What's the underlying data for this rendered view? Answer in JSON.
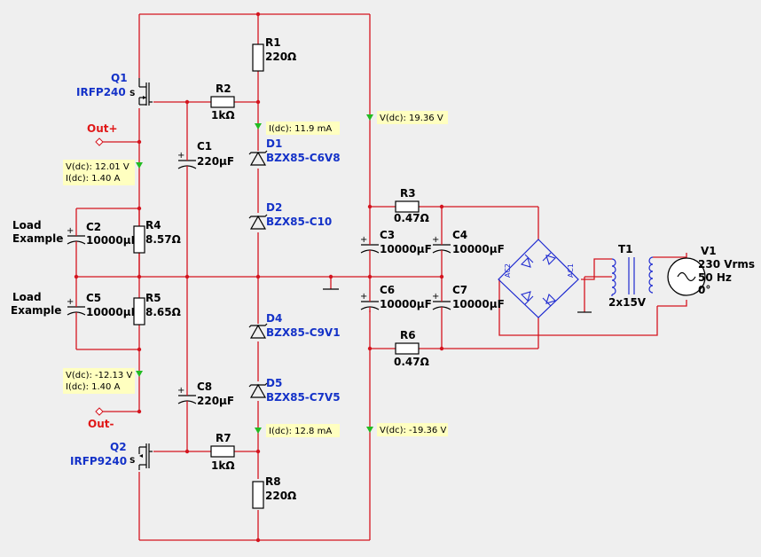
{
  "components": {
    "q1": {
      "ref": "Q1",
      "part": "IRFP240"
    },
    "q2": {
      "ref": "Q2",
      "part": "IRFP9240"
    },
    "r1": {
      "ref": "R1",
      "value": "220Ω"
    },
    "r2": {
      "ref": "R2",
      "value": "1kΩ"
    },
    "r3": {
      "ref": "R3",
      "value": "0.47Ω"
    },
    "r4": {
      "ref": "R4",
      "value": "8.57Ω"
    },
    "r5": {
      "ref": "R5",
      "value": "8.65Ω"
    },
    "r6": {
      "ref": "R6",
      "value": "0.47Ω"
    },
    "r7": {
      "ref": "R7",
      "value": "1kΩ"
    },
    "r8": {
      "ref": "R8",
      "value": "220Ω"
    },
    "c1": {
      "ref": "C1",
      "value": "220µF"
    },
    "c2": {
      "ref": "C2",
      "value": "10000µF"
    },
    "c3": {
      "ref": "C3",
      "value": "10000µF"
    },
    "c4": {
      "ref": "C4",
      "value": "10000µF"
    },
    "c5": {
      "ref": "C5",
      "value": "10000µF"
    },
    "c6": {
      "ref": "C6",
      "value": "10000µF"
    },
    "c7": {
      "ref": "C7",
      "value": "10000µF"
    },
    "c8": {
      "ref": "C8",
      "value": "220µF"
    },
    "d1": {
      "ref": "D1",
      "part": "BZX85-C6V8"
    },
    "d2": {
      "ref": "D2",
      "part": "BZX85-C10"
    },
    "d4": {
      "ref": "D4",
      "part": "BZX85-C9V1"
    },
    "d5": {
      "ref": "D5",
      "part": "BZX85-C7V5"
    },
    "t1": {
      "ref": "T1",
      "value": "2x15V"
    },
    "v1": {
      "ref": "V1",
      "line1": "230 Vrms",
      "line2": "50 Hz",
      "line3": "0°"
    },
    "bridge": {
      "pin_left": "AC2",
      "pin_right": "AC1"
    }
  },
  "terminals": {
    "out_plus": "Out+",
    "out_minus": "Out-"
  },
  "load_labels": {
    "line1": "Load",
    "line2": "Example"
  },
  "probes": {
    "p1": {
      "line1": "V(dc): 12.01 V",
      "line2": "I(dc): 1.40 A"
    },
    "p2": {
      "line1": "I(dc): 11.9 mA"
    },
    "p3": {
      "line1": "V(dc): 19.36 V"
    },
    "p4": {
      "line1": "V(dc): -12.13 V",
      "line2": "I(dc): 1.40 A"
    },
    "p5": {
      "line1": "I(dc): 12.8 mA"
    },
    "p6": {
      "line1": "V(dc): -19.36 V"
    }
  },
  "colors": {
    "wire": "#d4141e",
    "component": "#000000",
    "part_label": "#1432c8",
    "probe_bg": "#ffffc0",
    "probe_marker": "#22bb22",
    "terminal": "#e01818"
  }
}
